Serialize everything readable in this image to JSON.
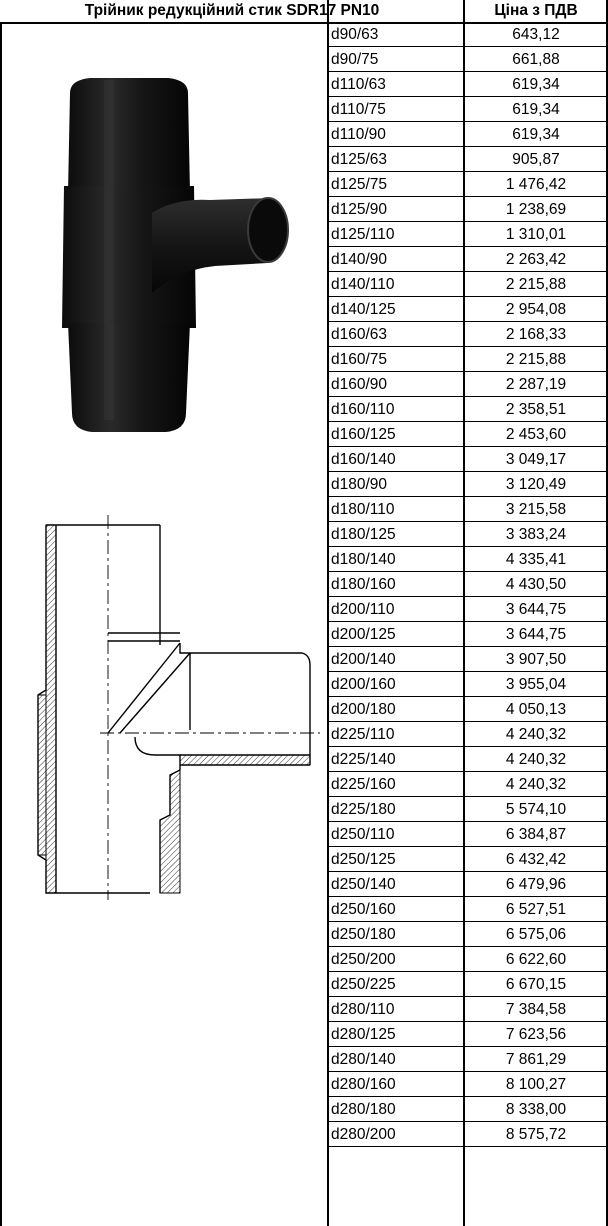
{
  "header": {
    "title": "Трійник редукційний стик  SDR17 PN10",
    "price_label": "Ціна з ПДВ"
  },
  "rows": [
    {
      "size": "d90/63",
      "price": "643,12"
    },
    {
      "size": "d90/75",
      "price": "661,88"
    },
    {
      "size": "d110/63",
      "price": "619,34"
    },
    {
      "size": "d110/75",
      "price": "619,34"
    },
    {
      "size": "d110/90",
      "price": "619,34"
    },
    {
      "size": "d125/63",
      "price": "905,87"
    },
    {
      "size": "d125/75",
      "price": "1 476,42"
    },
    {
      "size": "d125/90",
      "price": "1 238,69"
    },
    {
      "size": "d125/110",
      "price": "1 310,01"
    },
    {
      "size": "d140/90",
      "price": "2 263,42"
    },
    {
      "size": "d140/110",
      "price": "2 215,88"
    },
    {
      "size": "d140/125",
      "price": "2 954,08"
    },
    {
      "size": "d160/63",
      "price": "2 168,33"
    },
    {
      "size": "d160/75",
      "price": "2 215,88"
    },
    {
      "size": "d160/90",
      "price": "2 287,19"
    },
    {
      "size": "d160/110",
      "price": "2 358,51"
    },
    {
      "size": "d160/125",
      "price": "2 453,60"
    },
    {
      "size": "d160/140",
      "price": "3 049,17"
    },
    {
      "size": "d180/90",
      "price": "3 120,49"
    },
    {
      "size": "d180/110",
      "price": "3 215,58"
    },
    {
      "size": "d180/125",
      "price": "3 383,24"
    },
    {
      "size": "d180/140",
      "price": "4 335,41"
    },
    {
      "size": "d180/160",
      "price": "4 430,50"
    },
    {
      "size": "d200/110",
      "price": "3 644,75"
    },
    {
      "size": "d200/125",
      "price": "3 644,75"
    },
    {
      "size": "d200/140",
      "price": "3 907,50"
    },
    {
      "size": "d200/160",
      "price": "3 955,04"
    },
    {
      "size": "d200/180",
      "price": "4 050,13"
    },
    {
      "size": "d225/110",
      "price": "4 240,32"
    },
    {
      "size": "d225/140",
      "price": "4 240,32"
    },
    {
      "size": "d225/160",
      "price": "4 240,32"
    },
    {
      "size": "d225/180",
      "price": "5 574,10"
    },
    {
      "size": "d250/110",
      "price": "6 384,87"
    },
    {
      "size": "d250/125",
      "price": "6 432,42"
    },
    {
      "size": "d250/140",
      "price": "6 479,96"
    },
    {
      "size": "d250/160",
      "price": "6 527,51"
    },
    {
      "size": "d250/180",
      "price": "6 575,06"
    },
    {
      "size": "d250/200",
      "price": "6 622,60"
    },
    {
      "size": "d250/225",
      "price": "6 670,15"
    },
    {
      "size": "d280/110",
      "price": "7 384,58"
    },
    {
      "size": "d280/125",
      "price": "7 623,56"
    },
    {
      "size": "d280/140",
      "price": "7 861,29"
    },
    {
      "size": "d280/160",
      "price": "8 100,27"
    },
    {
      "size": "d280/180",
      "price": "8 338,00"
    },
    {
      "size": "d280/200",
      "price": "8 575,72"
    }
  ],
  "images": {
    "photo": "reducing-tee-photo",
    "drawing": "reducing-tee-section-drawing"
  },
  "colors": {
    "border": "#000000",
    "pipe_dark": "#141414",
    "background": "#ffffff"
  }
}
